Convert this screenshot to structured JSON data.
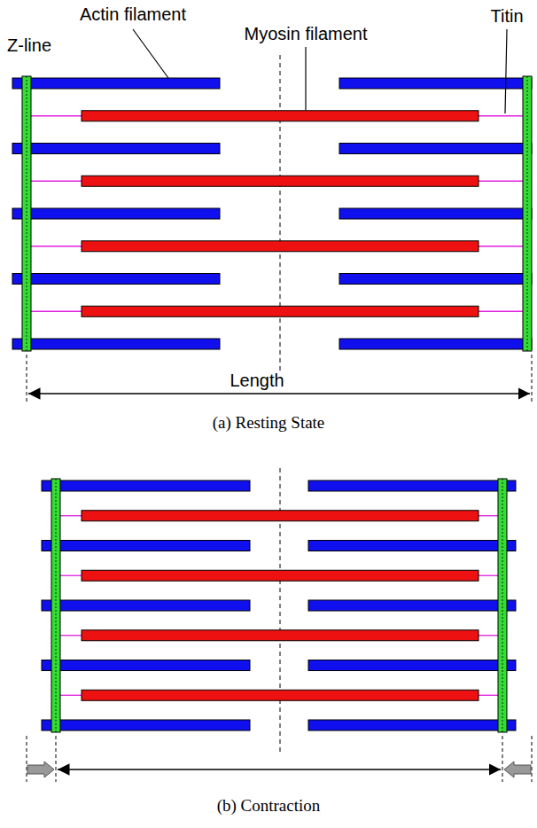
{
  "diagram": {
    "labels": [
      "Actin filament",
      "Myosin filament",
      "Z-line",
      "Titin",
      "Length",
      "(a) Resting State",
      "(b) Contraction"
    ]
  }
}
